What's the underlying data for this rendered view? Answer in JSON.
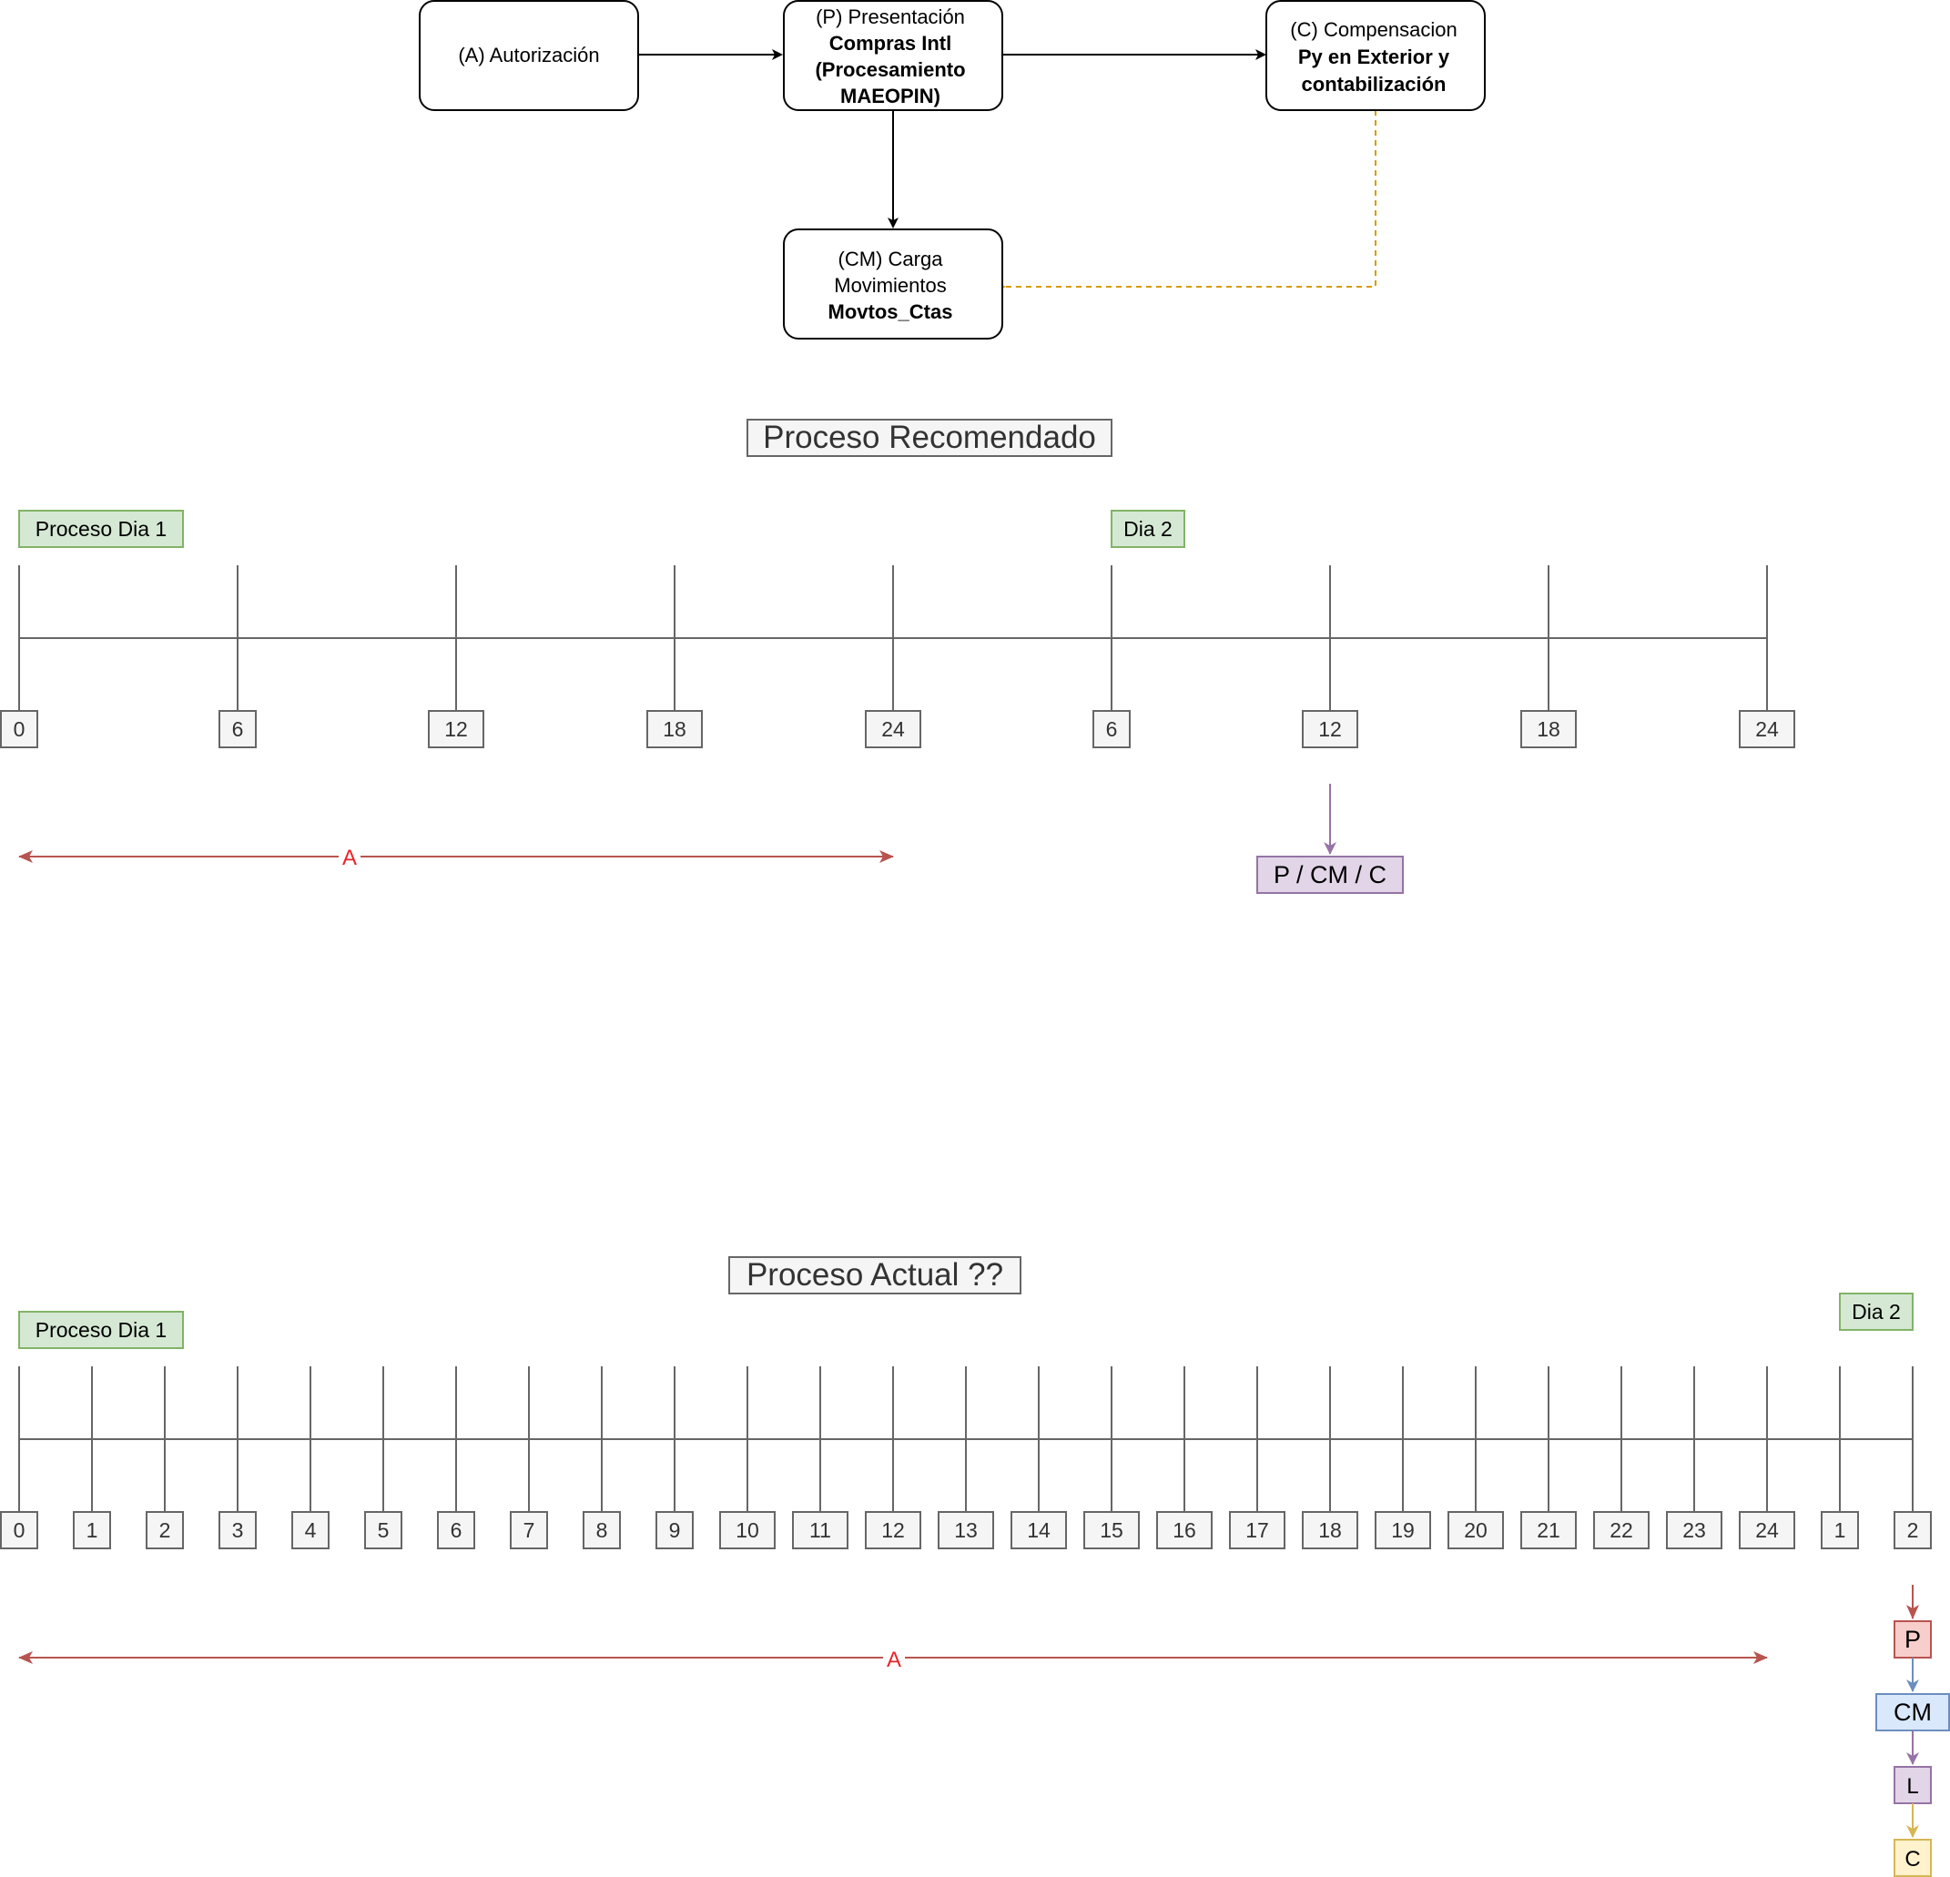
{
  "flow": {
    "node_a": {
      "lines": [
        "(A) Autorización"
      ],
      "bold": [
        false
      ]
    },
    "node_p": {
      "lines": [
        "(P) Presentación",
        "Compras Intl",
        "(Procesamiento",
        "MAEOPIN)"
      ],
      "bold": [
        false,
        true,
        true,
        true
      ]
    },
    "node_c": {
      "lines": [
        "(C) Compensacion",
        "Py en Exterior y",
        "contabilización"
      ],
      "bold": [
        false,
        true,
        true
      ]
    },
    "node_cm": {
      "lines": [
        "(CM) Carga",
        "Movimientos",
        "Movtos_Ctas"
      ],
      "bold": [
        false,
        false,
        true
      ]
    }
  },
  "recommended": {
    "title": "Proceso Recomendado",
    "day1_label": "Proceso Dia 1",
    "day2_label": "Dia 2",
    "ticks": [
      "0",
      "6",
      "12",
      "18",
      "24",
      "6",
      "12",
      "18",
      "24"
    ],
    "range_label": "A",
    "process_box": "P / CM / C"
  },
  "current": {
    "title": "Proceso Actual ??",
    "day1_label": "Proceso Dia 1",
    "day2_label": "Dia 2",
    "ticks": [
      "0",
      "1",
      "2",
      "3",
      "4",
      "5",
      "6",
      "7",
      "8",
      "9",
      "10",
      "11",
      "12",
      "13",
      "14",
      "15",
      "16",
      "17",
      "18",
      "19",
      "20",
      "21",
      "22",
      "23",
      "24",
      "1",
      "2"
    ],
    "range_label": "A",
    "steps": [
      "P",
      "CM",
      "L",
      "C"
    ]
  },
  "colors": {
    "green_fill": "#d5e8d4",
    "green_stroke": "#82b366",
    "purple_fill": "#e1d5e7",
    "purple_stroke": "#9673a6",
    "red_fill": "#f8cecc",
    "red_stroke": "#b85450",
    "blue_fill": "#dae8fc",
    "blue_stroke": "#6c8ebf",
    "yellow_fill": "#fff2cc",
    "yellow_stroke": "#d6b656",
    "gray_fill": "#f5f5f5",
    "gray_stroke": "#666666",
    "orange_dashed": "#d79b00",
    "range_red": "#b85450",
    "range_label_red": "#e8262b"
  }
}
